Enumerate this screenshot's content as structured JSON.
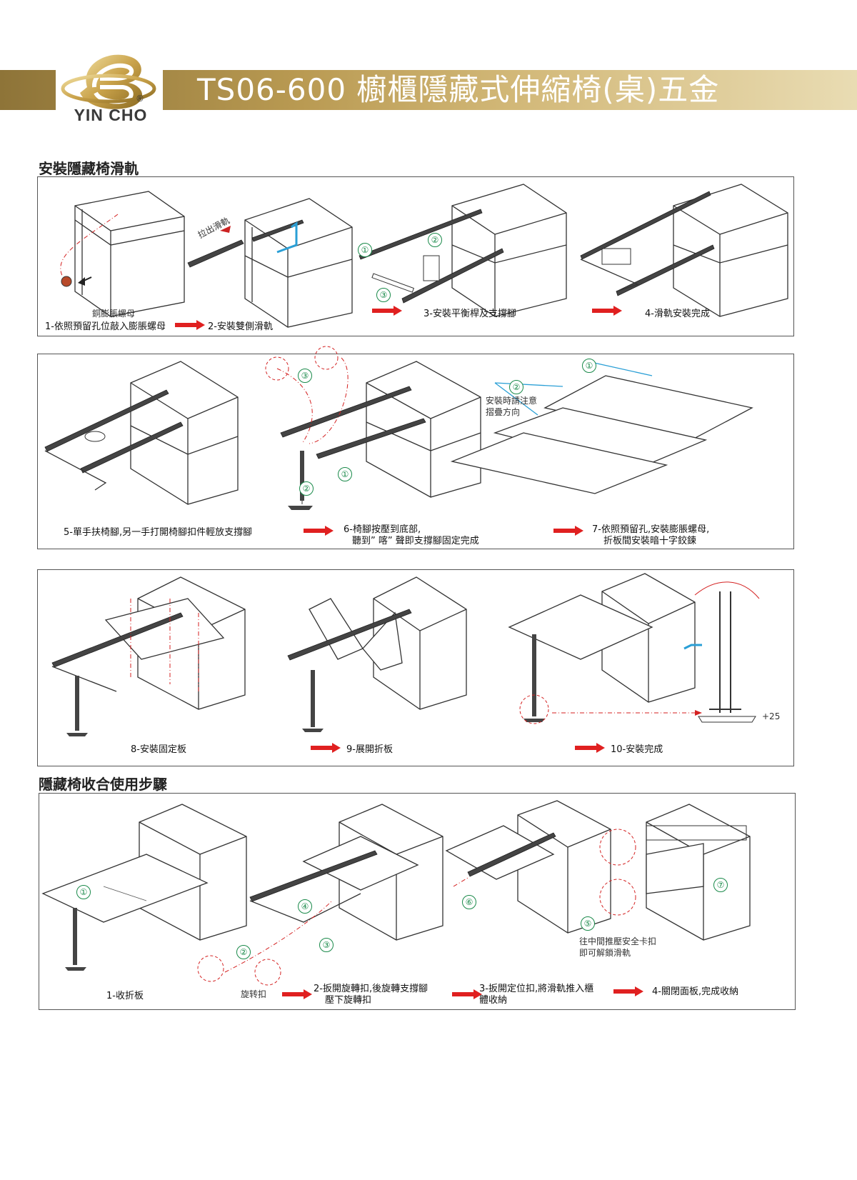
{
  "header": {
    "brand": "YIN CHO",
    "registered_mark": "®",
    "title": "TS06-600 櫥櫃隱藏式伸縮椅(桌)五金"
  },
  "sections": [
    {
      "title": "安裝隱藏椅滑軌"
    },
    {
      "title": "隱藏椅收合使用步驟"
    }
  ],
  "panel1": {
    "note_pull": "拉出滑軌",
    "note_nut": "銅膨脹螺母",
    "steps": [
      "1-依照預留孔位敲入膨脹螺母",
      "2-安裝雙側滑軌",
      "3-安裝平衡桿及支撐腳",
      "4-滑軌安裝完成"
    ]
  },
  "panel2": {
    "note_fold": [
      "安裝時請注意",
      "摺疊方向"
    ],
    "step5": "5-單手扶椅腳,另一手打開椅腳扣件輕放支撐腳",
    "step6": [
      "6-椅腳按壓到底部,",
      "聽到” 喀” 聲即支撐腳固定完成"
    ],
    "step7": [
      "7-依照預留孔,安裝膨脹螺母,",
      "折板間安裝暗十字鉸鍊"
    ]
  },
  "panel3": {
    "steps": [
      "8-安裝固定板",
      "9-展開折板",
      "10-安裝完成"
    ],
    "height_note": "+25"
  },
  "panel4": {
    "note_knob": "旋转扣",
    "note_unlock": [
      "往中間推壓安全卡扣",
      "即可解鎖滑軌"
    ],
    "steps": [
      "1-收折板",
      [
        "2-扳開旋轉扣,後旋轉支撐腳",
        "壓下旋轉扣"
      ],
      [
        "3-扳開定位扣,將滑軌推入櫃",
        "體收納"
      ],
      "4-關閉面板,完成收納"
    ]
  },
  "circled_numbers": [
    "①",
    "②",
    "③",
    "④",
    "⑤",
    "⑥",
    "⑦"
  ],
  "colors": {
    "gold": "#b99a52",
    "arrow_red": "#e02020",
    "accent_green": "#1a8a4a",
    "accent_blue": "#2a9fd6"
  }
}
